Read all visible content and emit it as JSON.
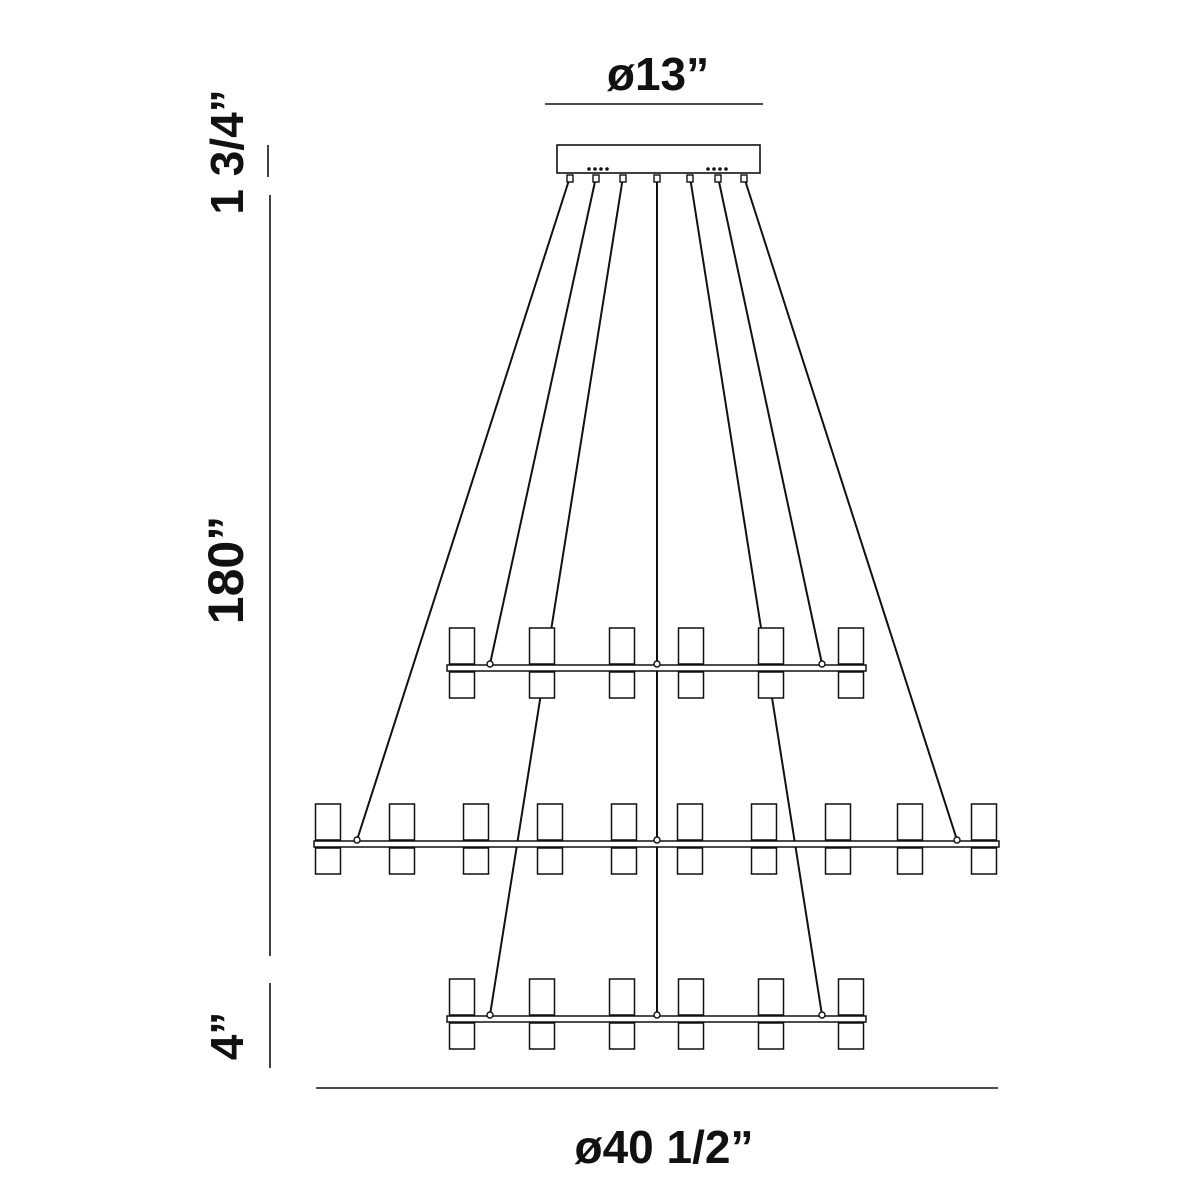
{
  "dimensions": {
    "canopy_diameter": "ø13”",
    "canopy_height": "1 3/4”",
    "overall_height": "180”",
    "tier_height": "4”",
    "fixture_diameter": "ø40 1/2”"
  },
  "colors": {
    "line": "#111111",
    "background": "#ffffff"
  }
}
